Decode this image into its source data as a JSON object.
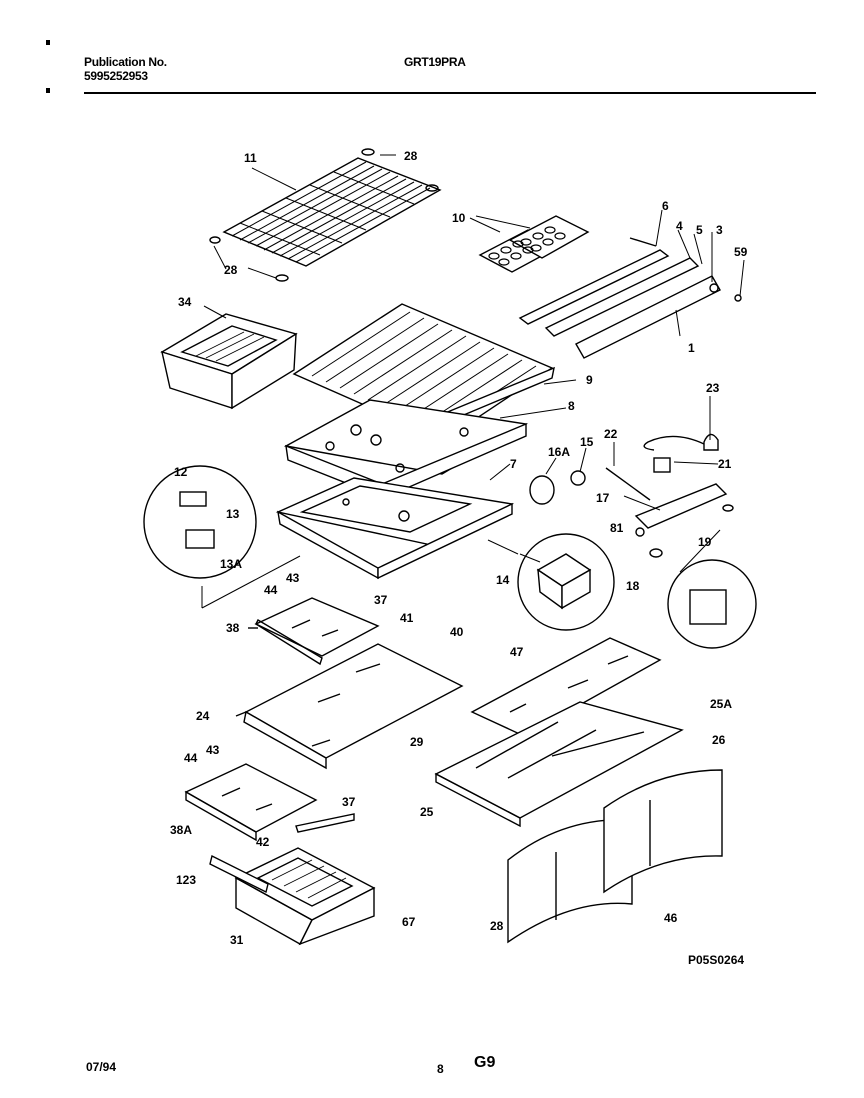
{
  "header": {
    "publication_label": "Publication No.",
    "publication_number": "5995252953",
    "model": "GRT19PRA"
  },
  "diagram": {
    "figure_id": "P05S0264",
    "callouts": {
      "c11": "11",
      "c28a": "28",
      "c28b": "28",
      "c10": "10",
      "c6": "6",
      "c4": "4",
      "c5": "5",
      "c3": "3",
      "c59": "59",
      "c1": "1",
      "c34": "34",
      "c9": "9",
      "c8": "8",
      "c23": "23",
      "c22": "22",
      "c15": "15",
      "c16a": "16A",
      "c21": "21",
      "c7": "7",
      "c17": "17",
      "c12": "12",
      "c13": "13",
      "c13a": "13A",
      "c81": "81",
      "c19": "19",
      "c18": "18",
      "c14": "14",
      "c43a": "43",
      "c44a": "44",
      "c37a": "37",
      "c41": "41",
      "c38": "38",
      "c40": "40",
      "c47": "47",
      "c25a": "25A",
      "c24": "24",
      "c29": "29",
      "c26": "26",
      "c44b": "44",
      "c43b": "43",
      "c37b": "37",
      "c25": "25",
      "c38a": "38A",
      "c42": "42",
      "c123": "123",
      "c67": "67",
      "c31": "31",
      "c28c": "28",
      "c46": "46"
    }
  },
  "footer": {
    "date": "07/94",
    "page": "8",
    "section": "G9"
  }
}
